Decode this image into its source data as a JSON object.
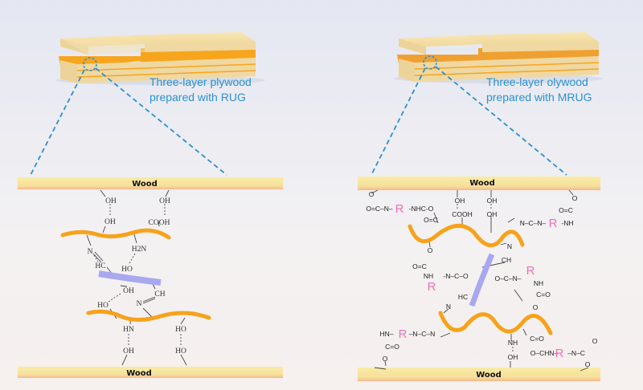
{
  "left": {
    "caption_line1": "Three-layer plywood",
    "caption_line2": "prepared with RUG",
    "wood_top": "Wood",
    "wood_bottom": "Wood",
    "labels": [
      "OH",
      "OH",
      "OH",
      "COOH",
      "N",
      "H2N",
      "HC",
      "HO",
      "OH",
      "CH",
      "HO",
      "N",
      "HN",
      "HO",
      "OH",
      "HO"
    ]
  },
  "right": {
    "caption_line1": "Three-layer olywood",
    "caption_line2": "prepared with MRUG",
    "wood_top": "Wood",
    "wood_bottom": "Wood",
    "labels": [
      "O",
      "O=C–N–",
      "-NHC-O",
      "O=C",
      "OH",
      "COOH",
      "OH",
      "OH",
      "N–C–N–",
      "-NH",
      "O=C",
      "O",
      "O",
      "O=C",
      "NH",
      "-N–C–O",
      "N",
      "CH",
      "O–C–N–",
      "NH",
      "C=O",
      "O",
      "HC",
      "N",
      "HN–",
      "–N–C–N",
      "C=O",
      "O",
      "NH",
      "OH",
      "C=O",
      "O–CHN–",
      "–N–C",
      "O",
      "O"
    ],
    "r_groups": [
      "R",
      "R",
      "R",
      "R",
      "R",
      "R"
    ]
  },
  "colors": {
    "resin_chain": "#f7a21b",
    "crosslinker": "#a8a8f0",
    "caption": "#2b90d2",
    "r_group": "#f070b8",
    "wood": "#f6e3a0"
  }
}
